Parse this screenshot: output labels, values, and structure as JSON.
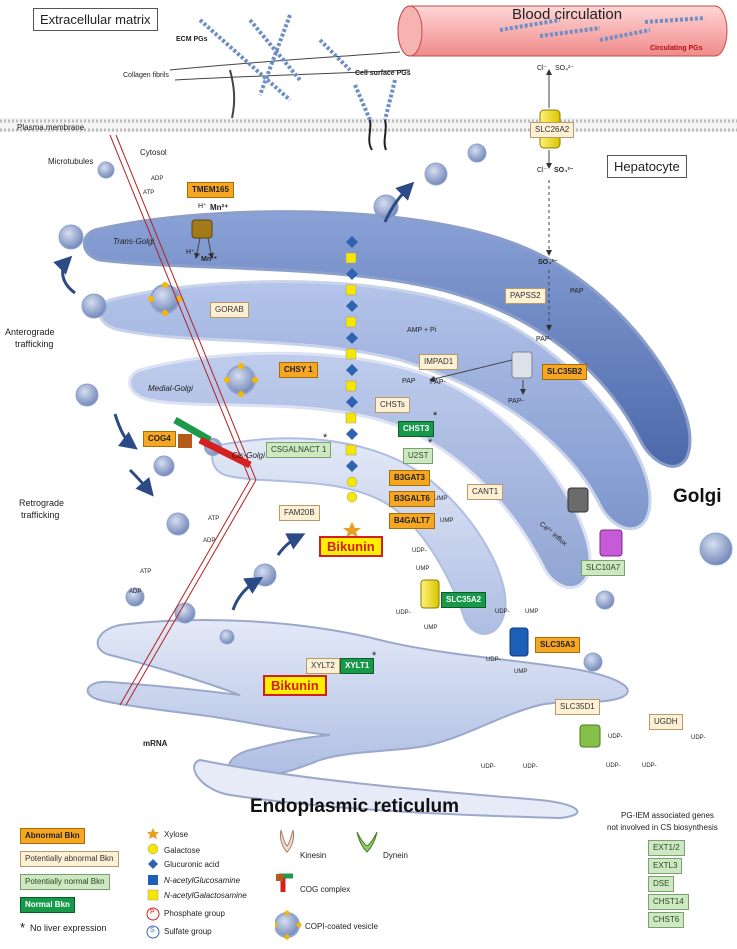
{
  "titles": {
    "extracellular_matrix": "Extracellular matrix",
    "blood_circulation": "Blood circulation",
    "hepatocyte": "Hepatocyte",
    "golgi": "Golgi",
    "endoplasmic_reticulum": "Endoplasmic reticulum"
  },
  "labels": {
    "ecm_pgs": "ECM PGs",
    "collagen_fibrils": "Collagen fibrils",
    "cell_surface_pgs": "Cell surface PGs",
    "circulating_pgs": "Circulating PGs",
    "plasma_membrane": "Plasma membrane",
    "microtubules": "Microtubules",
    "cytosol": "Cytosol",
    "trans_golgi": "Trans-Golgi",
    "medial_golgi": "Medial-Golgi",
    "cis_golgi": "Cis-Golgi",
    "anterograde": "Anterograde",
    "trafficking1": "trafficking",
    "retrograde": "Retrograde",
    "trafficking2": "trafficking",
    "adp1": "ADP",
    "atp1": "ATP",
    "atp2": "ATP",
    "adp2": "ADP",
    "atp3": "ATP",
    "adp3": "ADP",
    "h_plus_top": "H⁺",
    "mn_top": "Mn²⁺",
    "h_plus_bottom": "H⁺",
    "mn_bottom": "Mn²⁺",
    "cl_top": "Cl⁻",
    "so4_top": "SO₄²⁻",
    "cl_bottom": "Cl⁻",
    "so4_bottom": "SO₄²⁻",
    "so4_mid": "SO₄²⁻",
    "pap_right": "PAP",
    "pap_s1": "PAP-",
    "pap_s2": "PAP-",
    "amp_pi": "AMP + Pi",
    "pap_left": "PAP",
    "pap_s3": "PAP-",
    "udp_1": "UDP",
    "ump_1": "UMP",
    "ump_2": "UMP",
    "udp_2": "UDP-",
    "ump_3": "UMP",
    "udp_3": "UDP-",
    "ump_4": "UMP",
    "udp_4": "UDP-",
    "ump_5": "UMP",
    "udp_5": "UDP-",
    "ump_6": "UMP",
    "ca_influx": "Ca²⁺ influx",
    "mrna": "mRNA",
    "udp_er1": "UDP-",
    "udp_er2": "UDP-",
    "udp_er3": "UDP-",
    "udp_er4": "UDP-",
    "udp_er5": "UDP-",
    "udp_er6": "UDP-",
    "asterisk": "*",
    "s": "S",
    "p": "P"
  },
  "genes": {
    "TMEM165": "TMEM165",
    "GORAB": "GORAB",
    "SLC26A2": "SLC26A2",
    "PAPSS2": "PAPSS2",
    "IMPAD1": "IMPAD1",
    "SLC35B2": "SLC35B2",
    "CHSY1": "CHSY 1",
    "CHSTs": "CHSTs",
    "CHST3": "CHST3",
    "COG4": "COG4",
    "CSGALNACT1": "CSGALNACT 1",
    "U2ST": "U2ST",
    "B3GAT3": "B3GAT3",
    "B3GALT6": "B3GALT6",
    "B4GALT7": "B4GALT7",
    "CANT1": "CANT1",
    "FAM20B": "FAM20B",
    "SLC35A2": "SLC35A2",
    "SLC35A3": "SLC35A3",
    "SLC10A7": "SLC10A7",
    "XYLT2": "XYLT2",
    "XYLT1": "XYLT1",
    "SLC35D1": "SLC35D1",
    "UGDH": "UGDH"
  },
  "bikunin": [
    "Bikunin",
    "Bikunin"
  ],
  "legend": {
    "abnormal": "Abnormal Bkn",
    "potentially_abnormal": "Potentially abnormal Bkn",
    "potentially_normal": "Potentially normal Bkn",
    "normal": "Normal Bkn",
    "no_liver": "No liver expression",
    "symbols": [
      "Xylose",
      "Galactose",
      "Glucuronic acid",
      "N-acetylGlucosamine",
      "N-acetylGalactosamine",
      "Phosphate group",
      "Sulfate group"
    ],
    "kinesin": "Kinesin",
    "dynein": "Dynein",
    "cog_complex": "COG complex",
    "copi": "COPI-coated vesicle",
    "pg_iem_title1": "PG-IEM associated genes",
    "pg_iem_title2": "not involved in CS biosynthesis",
    "pg_iem_genes": [
      "EXT1/2",
      "EXTL3",
      "DSE",
      "CHST14",
      "CHST6"
    ]
  },
  "colors": {
    "abnormal": "#f5a623",
    "potentially_abnormal": "#fdf0d5",
    "potentially_normal": "#cde8c2",
    "normal": "#169a4a",
    "golgi_dark": "#5d7ab8",
    "golgi_light": "#c8d4ef",
    "bikunin_fill": "#ffef00",
    "bikunin_border": "#d21f1f"
  }
}
